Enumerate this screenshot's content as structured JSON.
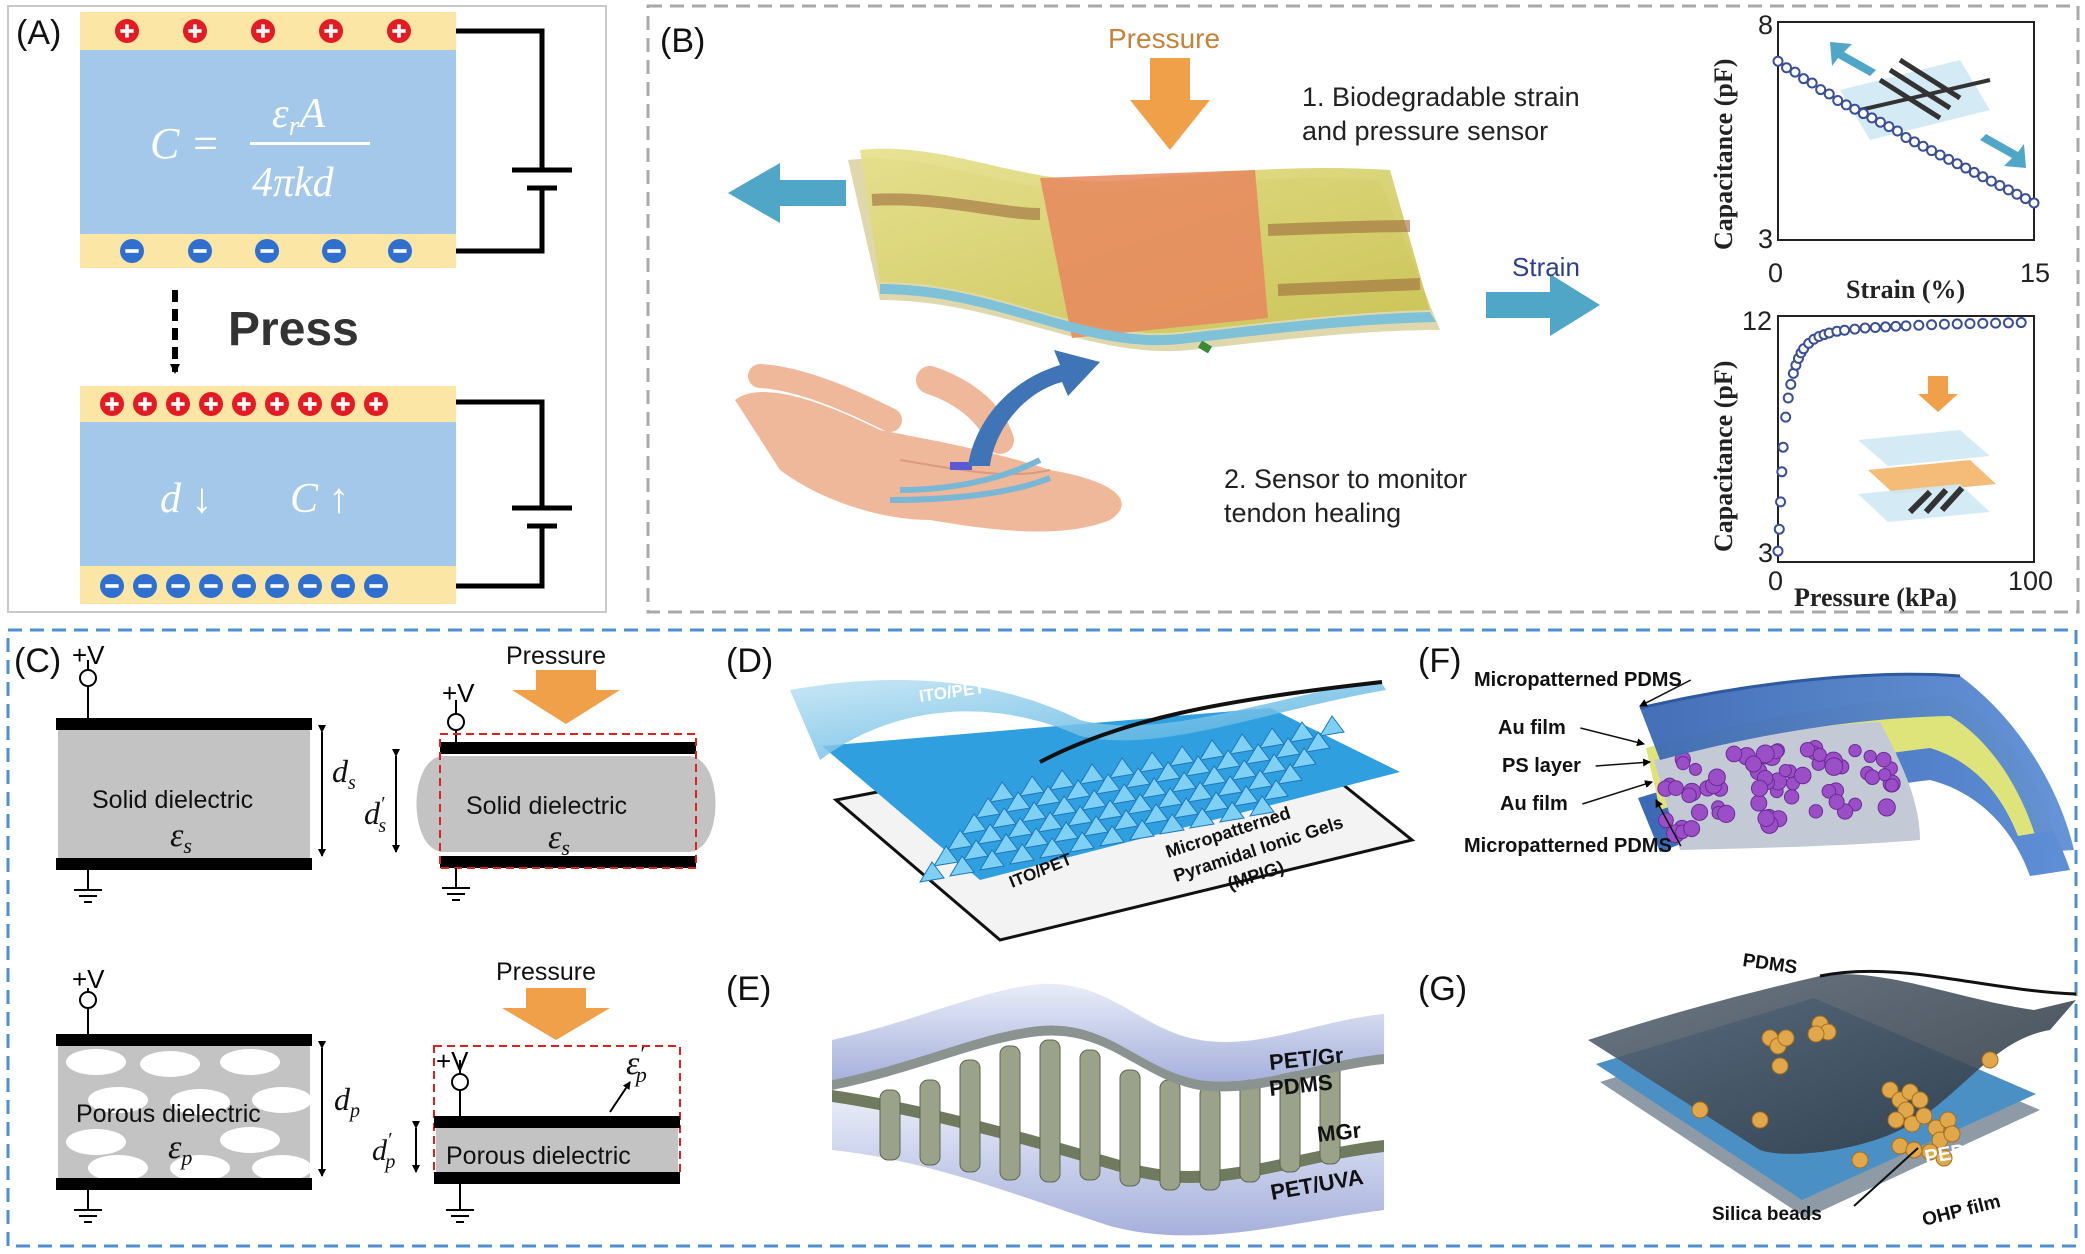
{
  "panels": {
    "a": {
      "label": "(A)",
      "formula_lhs": "C =",
      "formula_num": "εrA",
      "formula_num_base": "ε",
      "formula_num_sub": "r",
      "formula_num_rest": "A",
      "formula_den": "4πkd",
      "press": "Press",
      "d_arrow": "d ↓",
      "c_arrow": "C ↑",
      "plus": "+",
      "minus": "−"
    },
    "b": {
      "label": "(B)",
      "pressure": "Pressure",
      "strain": "Strain",
      "item1_line1": "1. Biodegradable strain",
      "item1_line2": "and pressure sensor",
      "item2_line1": "2. Sensor to monitor",
      "item2_line2": "tendon healing"
    },
    "c": {
      "label": "(C)",
      "plus_v": "+V",
      "pressure": "Pressure",
      "solid": "Solid dielectric",
      "porous": "Porous dielectric",
      "eps": "ε",
      "sub_s": "s",
      "sub_p": "p",
      "d": "d",
      "prime": "′"
    },
    "d": {
      "label": "(D)",
      "ito_top": "ITO/PET",
      "ito_bottom": "ITO/PET",
      "gel_line1": "Micropatterned",
      "gel_line2": "Pyramidal Ionic Gels",
      "gel_line3": "(MPIG)"
    },
    "e": {
      "label": "(E)",
      "pet_gr": "PET/Gr",
      "pdms": "PDMS",
      "mgr": "MGr",
      "pet_uva": "PET/UVA"
    },
    "f": {
      "label": "(F)",
      "layers": [
        "Micropatterned PDMS",
        "Au film",
        "PS layer",
        "Au film",
        "Micropatterned PDMS"
      ]
    },
    "g": {
      "label": "(G)",
      "pdms": "PDMS",
      "pedot": "PEDOT:PSS",
      "silica": "Silica beads",
      "ohp": "OHP film"
    }
  },
  "chart_data": [
    {
      "type": "scatter",
      "xlabel": "Strain (%)",
      "ylabel": "Capacitance (pF)",
      "xlim": [
        0,
        15
      ],
      "ylim": [
        3,
        8
      ],
      "x_ticks": [
        "0",
        "15"
      ],
      "y_ticks": [
        "8",
        "3"
      ],
      "x": [
        0,
        0.5,
        1,
        1.5,
        2,
        2.5,
        3,
        3.5,
        4,
        4.5,
        5,
        5.5,
        6,
        6.5,
        7,
        7.5,
        8,
        8.5,
        9,
        9.5,
        10,
        10.5,
        11,
        11.5,
        12,
        12.5,
        13,
        13.5,
        14,
        14.5,
        15
      ],
      "y": [
        7.1,
        6.95,
        6.85,
        6.7,
        6.6,
        6.45,
        6.35,
        6.2,
        6.1,
        6.0,
        5.9,
        5.8,
        5.7,
        5.6,
        5.5,
        5.35,
        5.25,
        5.15,
        5.05,
        4.95,
        4.85,
        4.75,
        4.65,
        4.55,
        4.45,
        4.35,
        4.25,
        4.15,
        4.05,
        3.95,
        3.85
      ]
    },
    {
      "type": "scatter",
      "xlabel": "Pressure (kPa)",
      "ylabel": "Capacitance (pF)",
      "xlim": [
        0,
        100
      ],
      "ylim": [
        3,
        12
      ],
      "x_ticks": [
        "0",
        "100"
      ],
      "y_ticks": [
        "12",
        "3"
      ],
      "x": [
        0,
        0.5,
        1,
        1.5,
        2,
        3,
        4,
        5,
        6,
        7,
        8,
        9,
        10,
        12,
        14,
        16,
        18,
        20,
        23,
        26,
        30,
        34,
        38,
        42,
        46,
        50,
        55,
        60,
        65,
        70,
        75,
        80,
        85,
        90,
        95
      ],
      "y": [
        3.4,
        4.2,
        5.2,
        6.3,
        7.2,
        8.3,
        9.0,
        9.5,
        9.9,
        10.2,
        10.45,
        10.65,
        10.8,
        11.0,
        11.15,
        11.25,
        11.32,
        11.38,
        11.44,
        11.48,
        11.52,
        11.56,
        11.58,
        11.6,
        11.62,
        11.64,
        11.66,
        11.68,
        11.7,
        11.71,
        11.72,
        11.73,
        11.74,
        11.75,
        11.76
      ]
    }
  ]
}
